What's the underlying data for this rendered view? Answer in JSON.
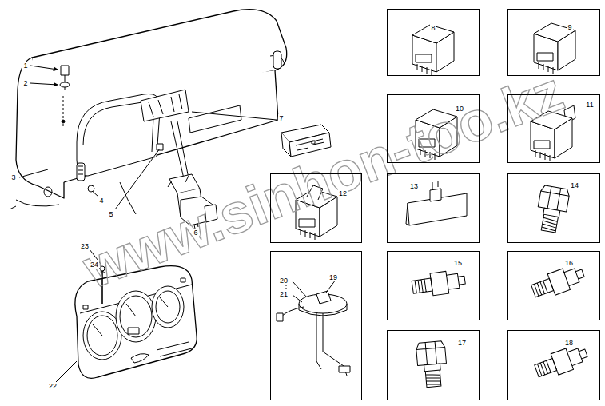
{
  "diagram": {
    "nodes": [
      {
        "text": [
          "8"
        ]
      },
      {
        "text": [
          "9"
        ]
      },
      {
        "text": [
          "10"
        ]
      },
      {
        "text": [
          "11"
        ]
      },
      {
        "text": [
          "12"
        ]
      },
      {
        "text": [
          "13"
        ]
      },
      {
        "text": [
          "14"
        ]
      },
      {
        "text": [
          "19",
          "20",
          "21"
        ]
      },
      {
        "text": [
          "15"
        ]
      },
      {
        "text": [
          "16"
        ]
      },
      {
        "text": [
          "17"
        ]
      },
      {
        "text": [
          "18"
        ]
      }
    ],
    "labels": [
      "1",
      "2",
      "3",
      "4",
      "5",
      "6",
      "7",
      "23",
      "24",
      "22",
      "www.sinhon-too.kz"
    ]
  }
}
